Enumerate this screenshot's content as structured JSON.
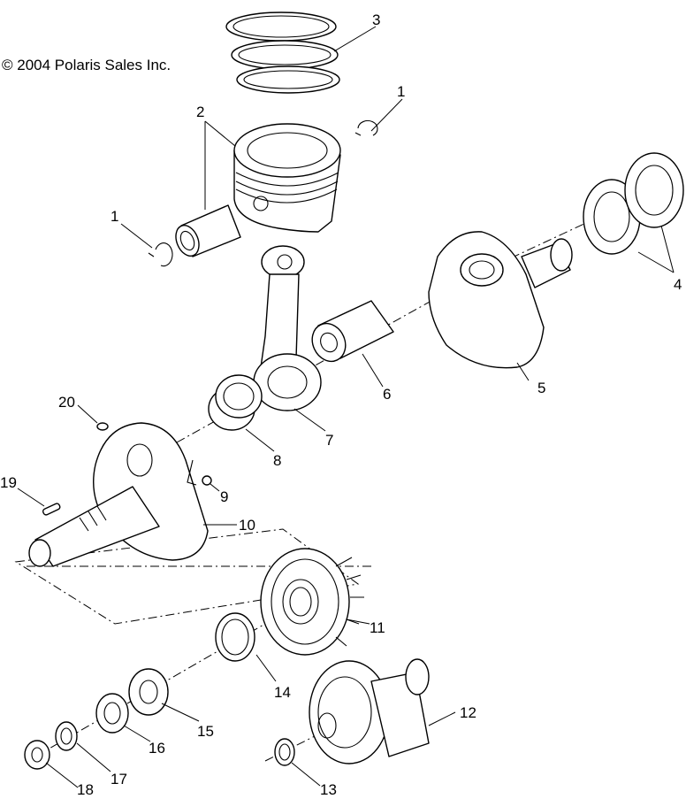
{
  "copyright": "© 2004 Polaris Sales Inc.",
  "callouts": [
    {
      "id": "c1a",
      "text": "1"
    },
    {
      "id": "c1b",
      "text": "1"
    },
    {
      "id": "c2",
      "text": "2"
    },
    {
      "id": "c3",
      "text": "3"
    },
    {
      "id": "c4",
      "text": "4"
    },
    {
      "id": "c5",
      "text": "5"
    },
    {
      "id": "c6",
      "text": "6"
    },
    {
      "id": "c7",
      "text": "7"
    },
    {
      "id": "c8",
      "text": "8"
    },
    {
      "id": "c9",
      "text": "9"
    },
    {
      "id": "c10",
      "text": "10"
    },
    {
      "id": "c11",
      "text": "11"
    },
    {
      "id": "c12",
      "text": "12"
    },
    {
      "id": "c13",
      "text": "13"
    },
    {
      "id": "c14",
      "text": "14"
    },
    {
      "id": "c15",
      "text": "15"
    },
    {
      "id": "c16",
      "text": "16"
    },
    {
      "id": "c17",
      "text": "17"
    },
    {
      "id": "c18",
      "text": "18"
    },
    {
      "id": "c19",
      "text": "19"
    },
    {
      "id": "c20",
      "text": "20"
    }
  ],
  "colors": {
    "line": "#000000",
    "background": "#ffffff"
  }
}
